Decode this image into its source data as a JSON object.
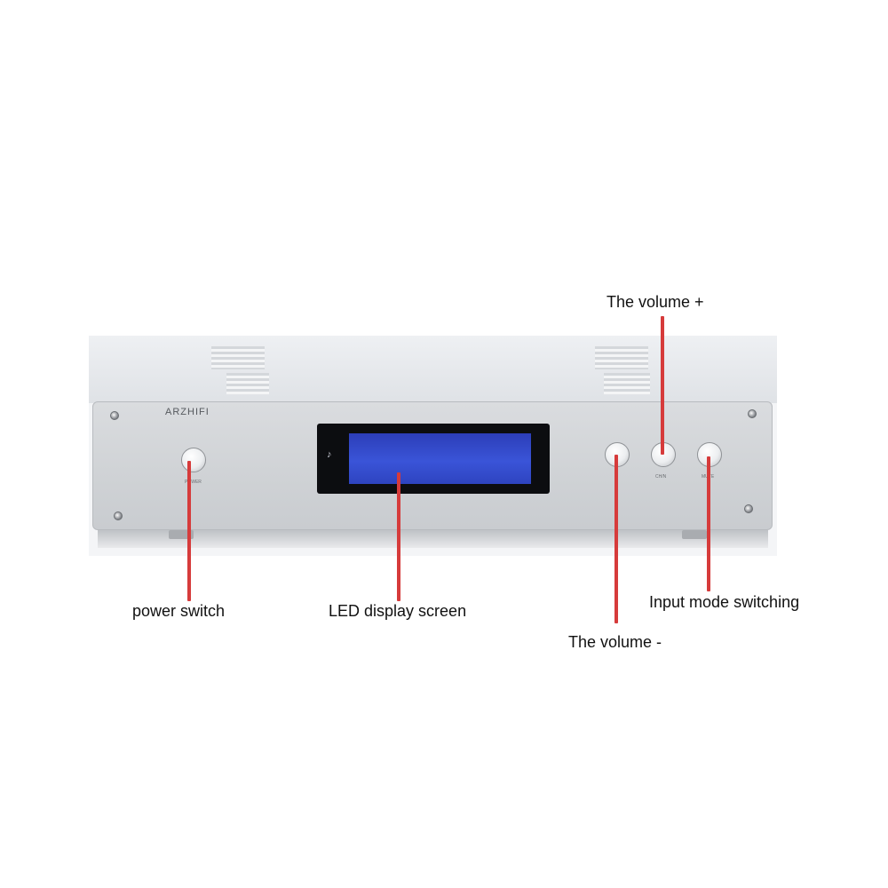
{
  "device": {
    "brand_text": "ARZHIFI",
    "power_button_label": "POWER",
    "volume_up_button_label": "CH/N",
    "input_button_label": "MUTE",
    "display_glyph": "♪"
  },
  "callouts": {
    "volume_plus": "The volume +",
    "power_switch": "power switch",
    "led_display": "LED display screen",
    "input_mode": "Input mode switching",
    "volume_minus": "The volume -"
  },
  "colors": {
    "callout_line": "#d63b3b",
    "display_glass": "#3a54d8",
    "chassis": "#d2d4d7"
  }
}
